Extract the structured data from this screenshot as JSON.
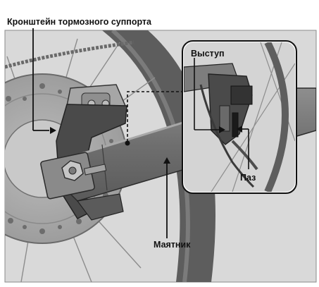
{
  "labels": {
    "caliper_bracket": "Кронштейн тормозного суппорта",
    "tab": "Выступ",
    "slot": "Паз",
    "swingarm": "Маятник"
  },
  "colors": {
    "background": "#ffffff",
    "illustration": "#d9d9d9",
    "linework": "#262626",
    "bracket": "#4a4a4a",
    "swingarm": "#7a7a7a"
  }
}
